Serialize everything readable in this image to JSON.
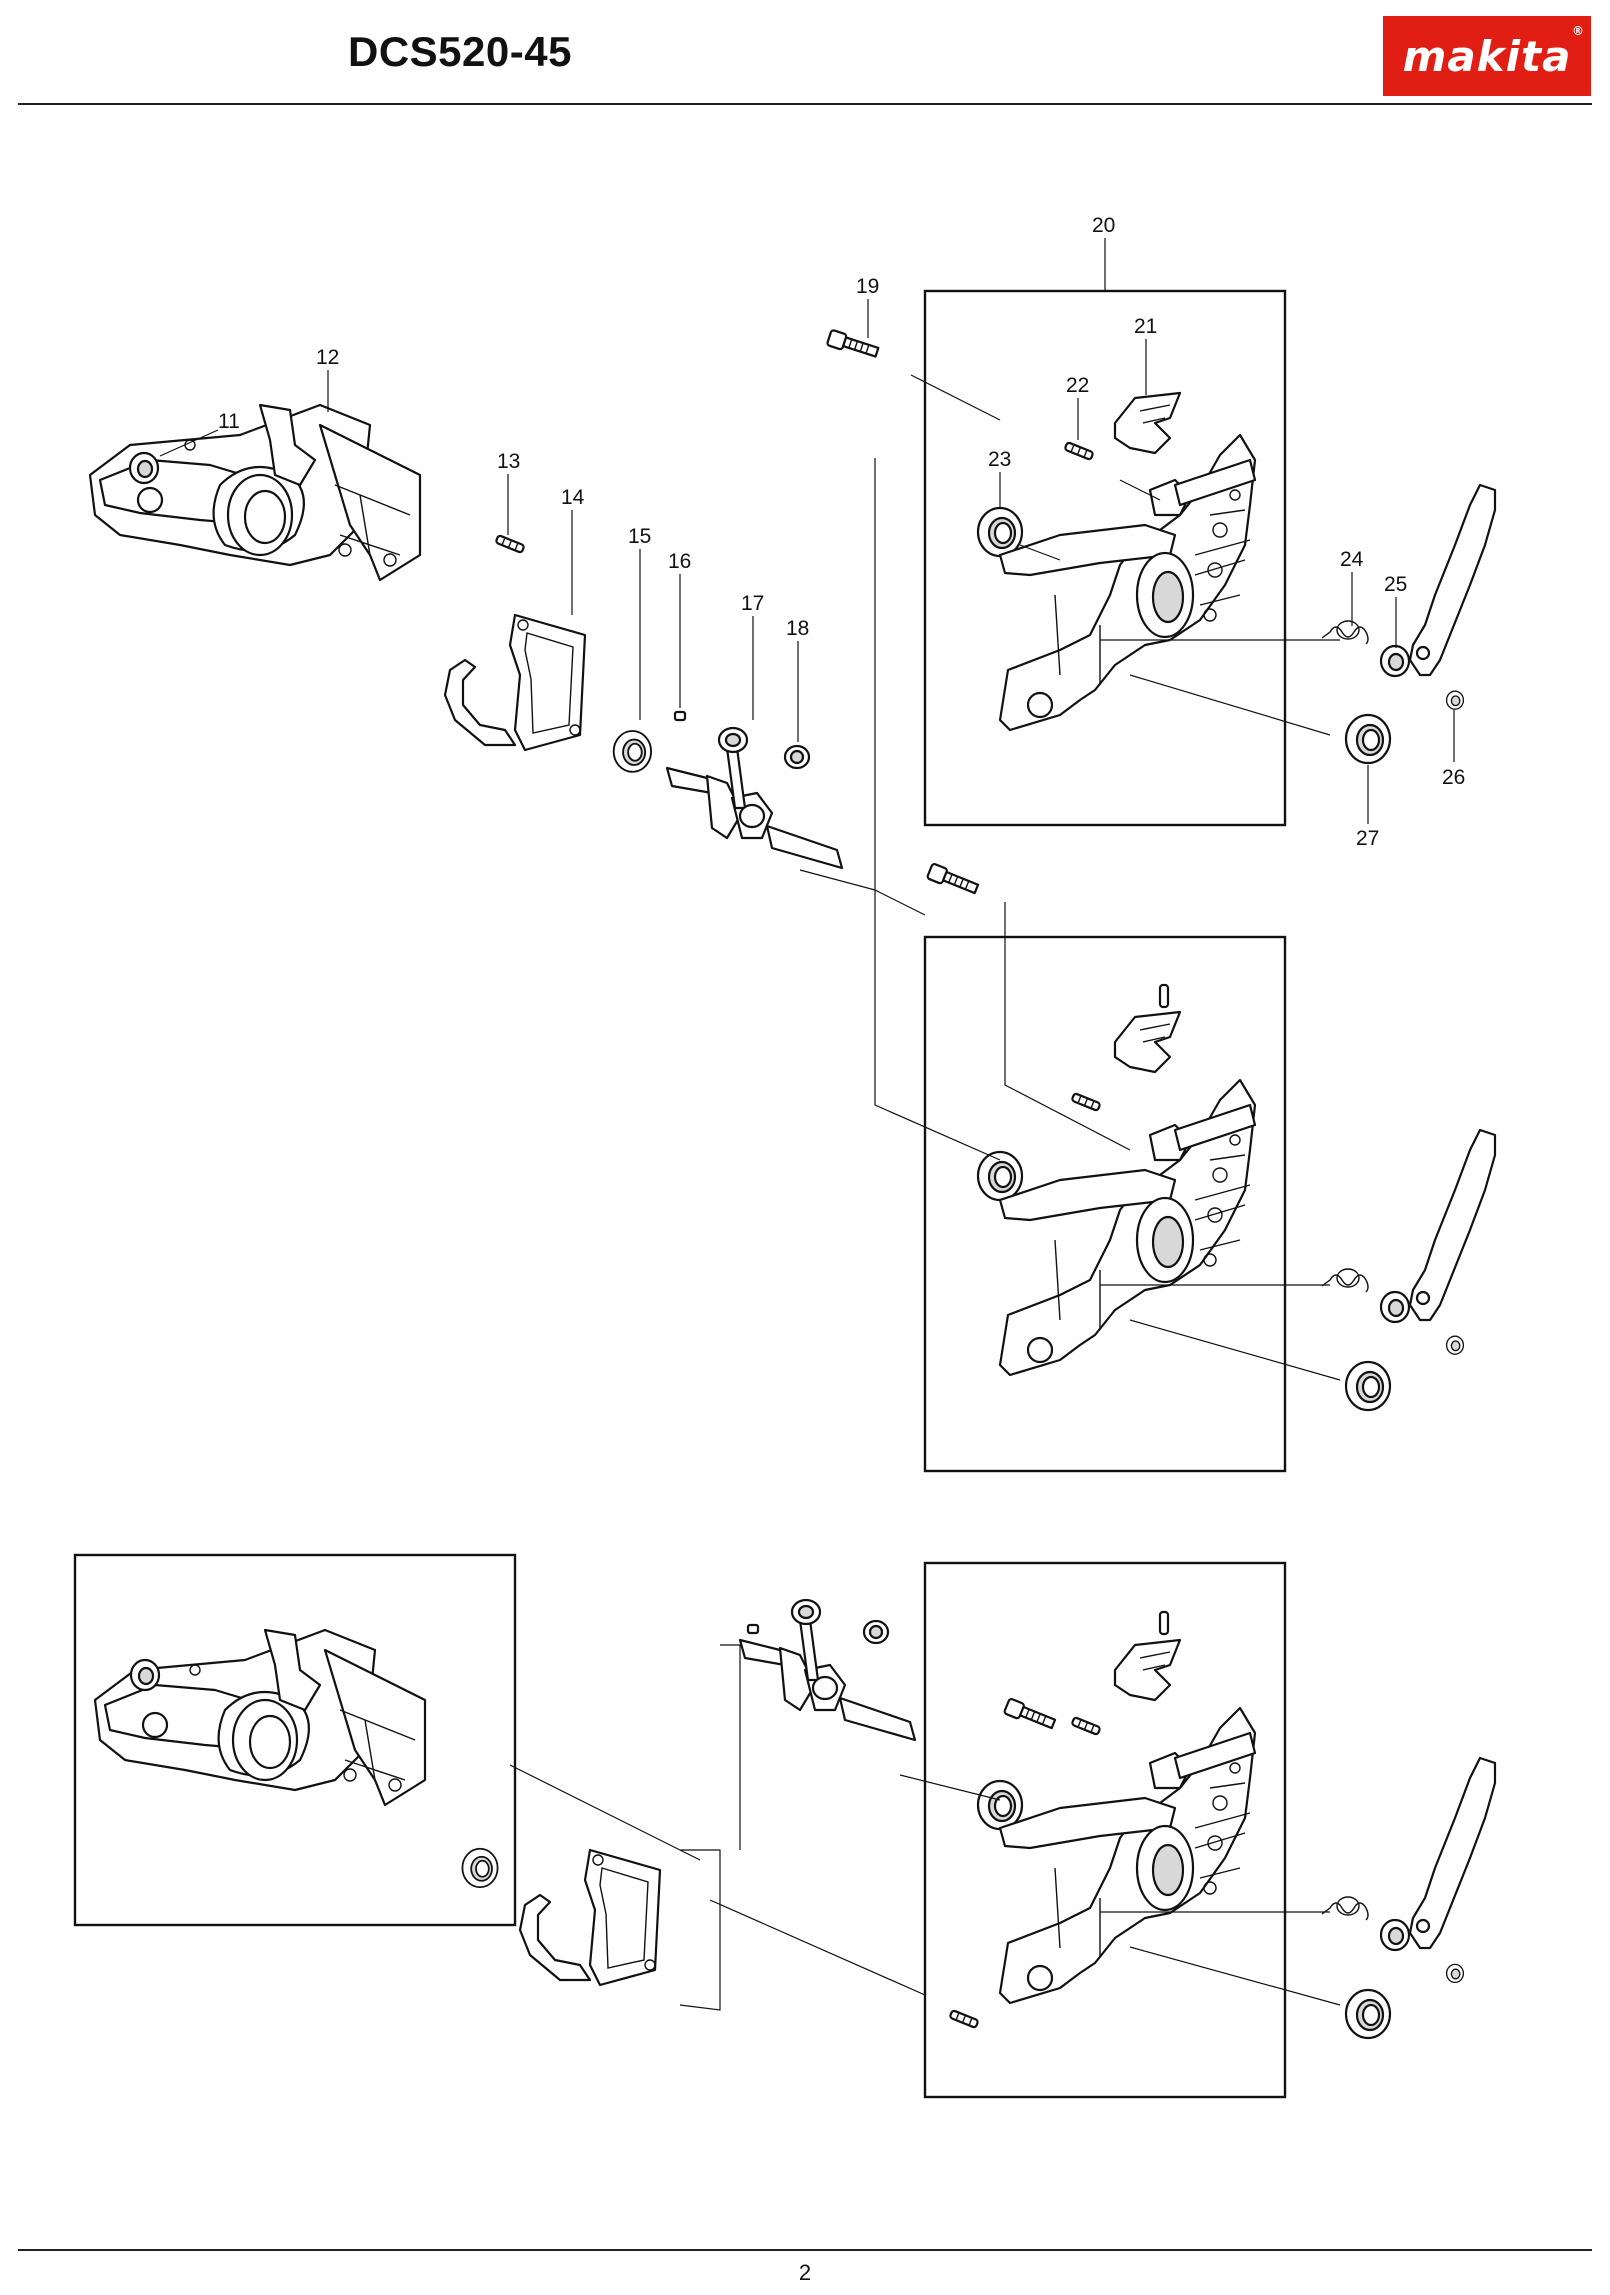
{
  "header": {
    "model": "DCS520-45",
    "brand": "makita",
    "brand_color": "#e01e14"
  },
  "callouts": [
    "11",
    "12",
    "13",
    "14",
    "15",
    "16",
    "17",
    "18",
    "19",
    "20",
    "21",
    "22",
    "23",
    "24",
    "25",
    "26",
    "27"
  ],
  "footer": {
    "page": "2"
  }
}
